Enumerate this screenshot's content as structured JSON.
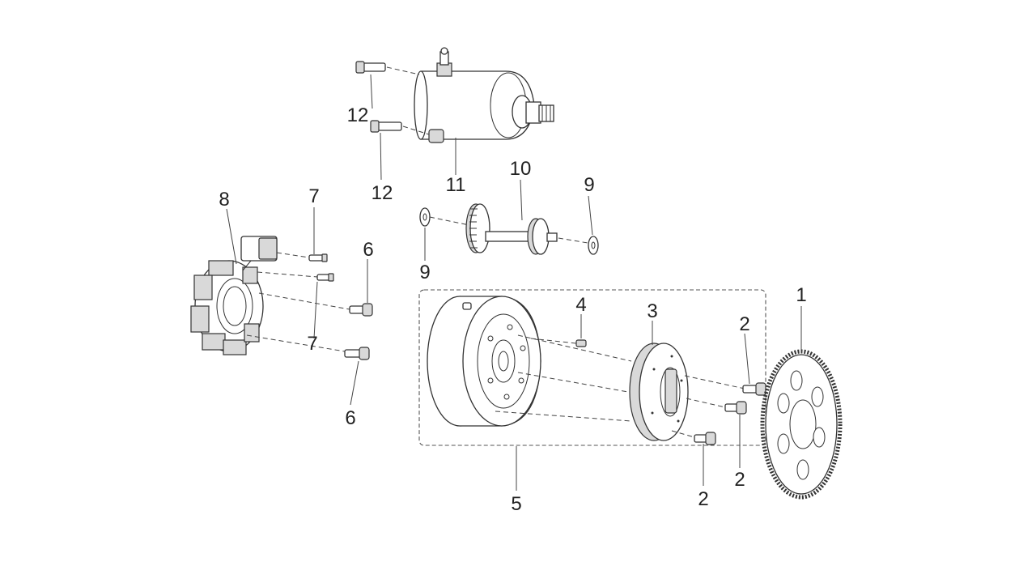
{
  "diagram": {
    "callouts": {
      "c1": "1",
      "c2a": "2",
      "c2b": "2",
      "c2c": "2",
      "c3": "3",
      "c4": "4",
      "c5": "5",
      "c6a": "6",
      "c6b": "6",
      "c7a": "7",
      "c7b": "7",
      "c8": "8",
      "c9a": "9",
      "c9b": "9",
      "c10": "10",
      "c11": "11",
      "c12a": "12",
      "c12b": "12"
    }
  }
}
